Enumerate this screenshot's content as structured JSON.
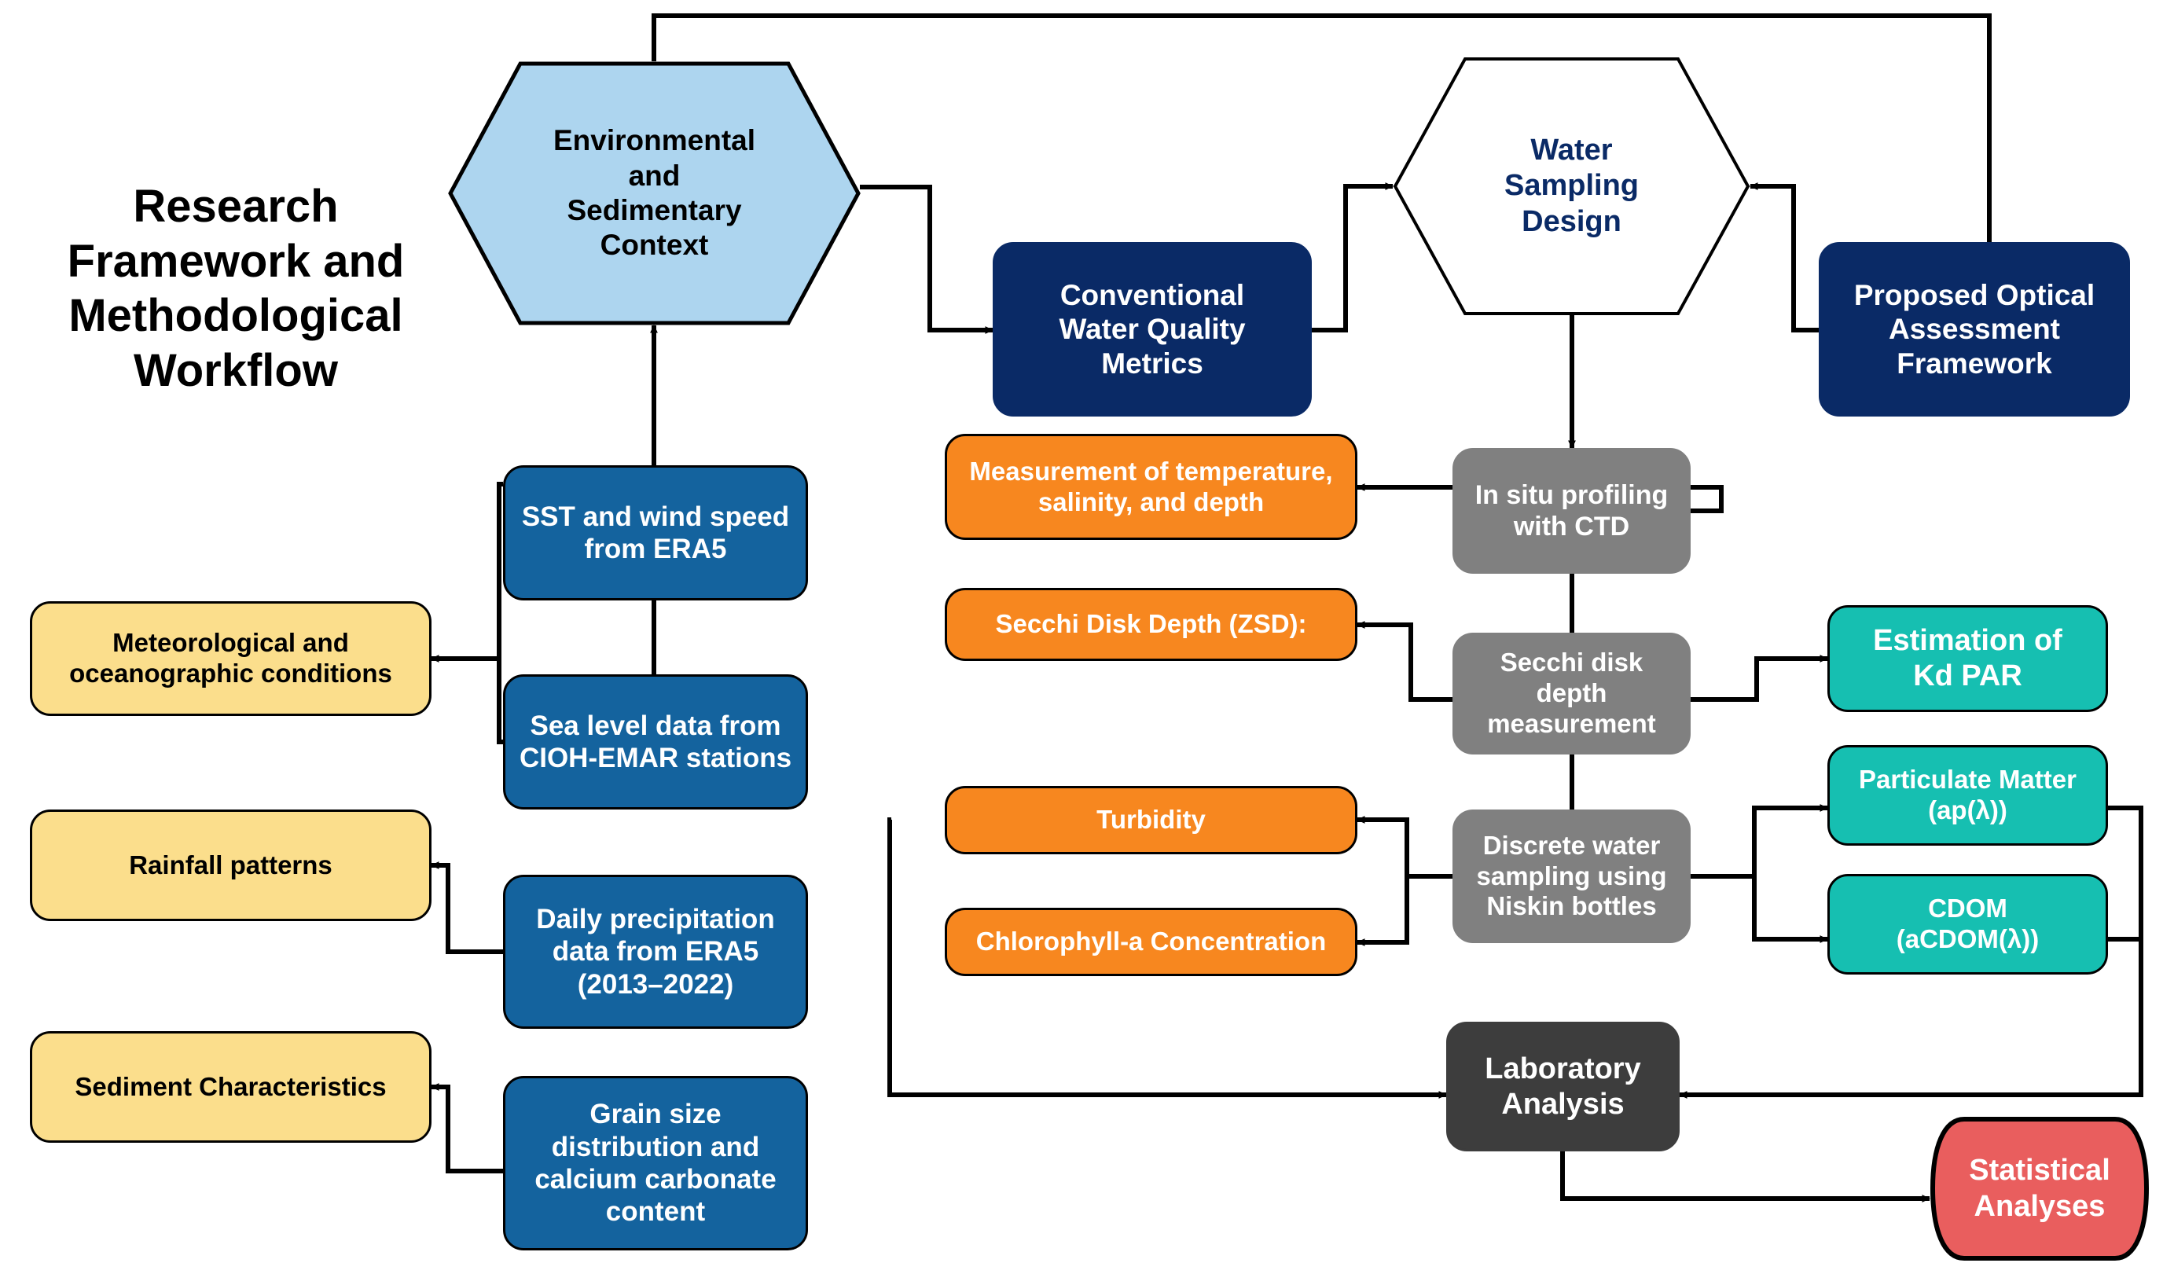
{
  "title": {
    "text": "Research\nFramework and\nMethodological\nWorkflow"
  },
  "colors": {
    "light_blue": "#ADD5EF",
    "navy": "#0A2A66",
    "blue": "#14639E",
    "yellow": "#FBDE8C",
    "orange": "#F7871F",
    "gray": "#808080",
    "dark_gray": "#3D3D3D",
    "teal": "#16BFB1",
    "red": "#E95E5E",
    "white": "#FFFFFF",
    "black": "#000000"
  },
  "nodes": {
    "environmental_context": {
      "label": "Environmental\nand\nSedimentary\nContext",
      "shape": "hexagon",
      "fill": "#ADD5EF",
      "text_color": "#000000"
    },
    "water_sampling_design": {
      "label": "Water\nSampling\nDesign",
      "shape": "hexagon",
      "fill": "#FFFFFF",
      "text_color": "#0A2A66"
    },
    "conventional_metrics": {
      "label": "Conventional\nWater Quality\nMetrics",
      "shape": "rounded-rect",
      "fill": "#0A2A66",
      "text_color": "#FFFFFF"
    },
    "proposed_framework": {
      "label": "Proposed Optical\nAssessment\nFramework",
      "shape": "rounded-rect",
      "fill": "#0A2A66",
      "text_color": "#FFFFFF"
    },
    "sst_wind": {
      "label": "SST and wind speed\nfrom ERA5",
      "shape": "rounded-rect",
      "fill": "#14639E",
      "text_color": "#FFFFFF"
    },
    "sea_level": {
      "label": "Sea level data from\nCIOH-EMAR stations",
      "shape": "rounded-rect",
      "fill": "#14639E",
      "text_color": "#FFFFFF"
    },
    "precipitation": {
      "label": "Daily precipitation\ndata from ERA5\n(2013–2022)",
      "shape": "rounded-rect",
      "fill": "#14639E",
      "text_color": "#FFFFFF"
    },
    "grain_size": {
      "label": "Grain size\ndistribution and\ncalcium carbonate\ncontent",
      "shape": "rounded-rect",
      "fill": "#14639E",
      "text_color": "#FFFFFF"
    },
    "meteo_conditions": {
      "label": "Meteorological and\noceanographic conditions",
      "shape": "rounded-rect",
      "fill": "#FBDE8C",
      "text_color": "#000000"
    },
    "rainfall_patterns": {
      "label": "Rainfall patterns",
      "shape": "rounded-rect",
      "fill": "#FBDE8C",
      "text_color": "#000000"
    },
    "sediment_characteristics": {
      "label": "Sediment Characteristics",
      "shape": "rounded-rect",
      "fill": "#FBDE8C",
      "text_color": "#000000"
    },
    "measurement_tsd": {
      "label": "Measurement of temperature,\nsalinity, and depth",
      "shape": "rounded-rect",
      "fill": "#F7871F",
      "text_color": "#FFFFFF"
    },
    "secchi_disk_depth_zsd": {
      "label": "Secchi Disk Depth (ZSD):",
      "shape": "rounded-rect",
      "fill": "#F7871F",
      "text_color": "#FFFFFF"
    },
    "turbidity": {
      "label": "Turbidity",
      "shape": "rounded-rect",
      "fill": "#F7871F",
      "text_color": "#FFFFFF"
    },
    "chlorophyll_a": {
      "label": "Chlorophyll-a Concentration",
      "shape": "rounded-rect",
      "fill": "#F7871F",
      "text_color": "#FFFFFF"
    },
    "in_situ_ctd": {
      "label": "In situ profiling\nwith CTD",
      "shape": "rounded-rect",
      "fill": "#808080",
      "text_color": "#FFFFFF"
    },
    "secchi_measurement": {
      "label": "Secchi disk\ndepth\nmeasurement",
      "shape": "rounded-rect",
      "fill": "#808080",
      "text_color": "#FFFFFF"
    },
    "discrete_sampling": {
      "label": "Discrete water\nsampling using\nNiskin bottles",
      "shape": "rounded-rect",
      "fill": "#808080",
      "text_color": "#FFFFFF"
    },
    "kd_par": {
      "label": "Estimation of\nKd PAR",
      "shape": "rounded-rect",
      "fill": "#16BFB1",
      "text_color": "#FFFFFF"
    },
    "particulate_matter": {
      "label": "Particulate Matter\n(ap(λ))",
      "shape": "rounded-rect",
      "fill": "#16BFB1",
      "text_color": "#FFFFFF"
    },
    "cdom": {
      "label": "CDOM\n(aCDOM(λ))",
      "shape": "rounded-rect",
      "fill": "#16BFB1",
      "text_color": "#FFFFFF"
    },
    "laboratory_analysis": {
      "label": "Laboratory\nAnalysis",
      "shape": "rounded-rect",
      "fill": "#3D3D3D",
      "text_color": "#FFFFFF"
    },
    "statistical_analyses": {
      "label": "Statistical\nAnalyses",
      "shape": "delay-rect",
      "fill": "#E95E5E",
      "text_color": "#FFFFFF"
    }
  }
}
